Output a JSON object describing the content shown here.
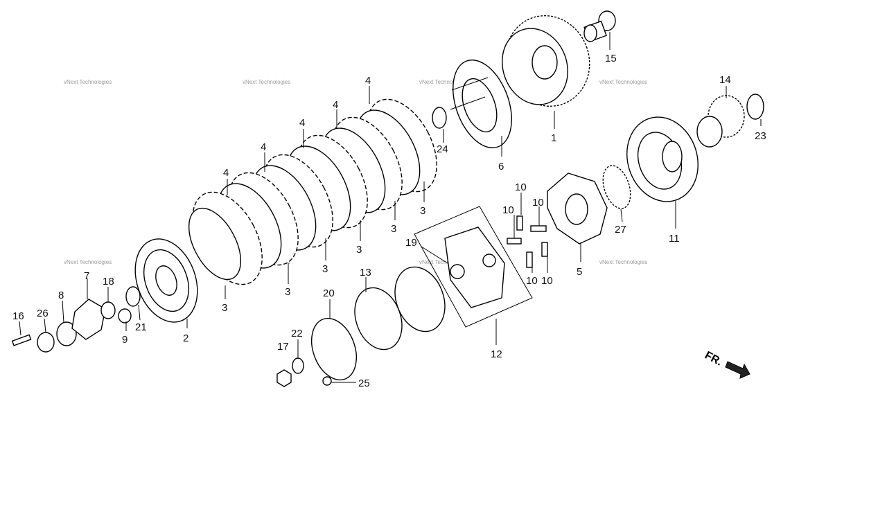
{
  "watermark": "vNext Technologies",
  "direction_label": "FR.",
  "callouts": {
    "c1": "1",
    "c2": "2",
    "c3": "3",
    "c4": "4",
    "c5": "5",
    "c6": "6",
    "c7": "7",
    "c8": "8",
    "c9": "9",
    "c10": "10",
    "c11": "11",
    "c12": "12",
    "c13": "13",
    "c14": "14",
    "c15": "15",
    "c16": "16",
    "c17": "17",
    "c18": "18",
    "c19": "19",
    "c20": "20",
    "c21": "21",
    "c22": "22",
    "c23": "23",
    "c24": "24",
    "c25": "25",
    "c26": "26",
    "c27": "27"
  }
}
